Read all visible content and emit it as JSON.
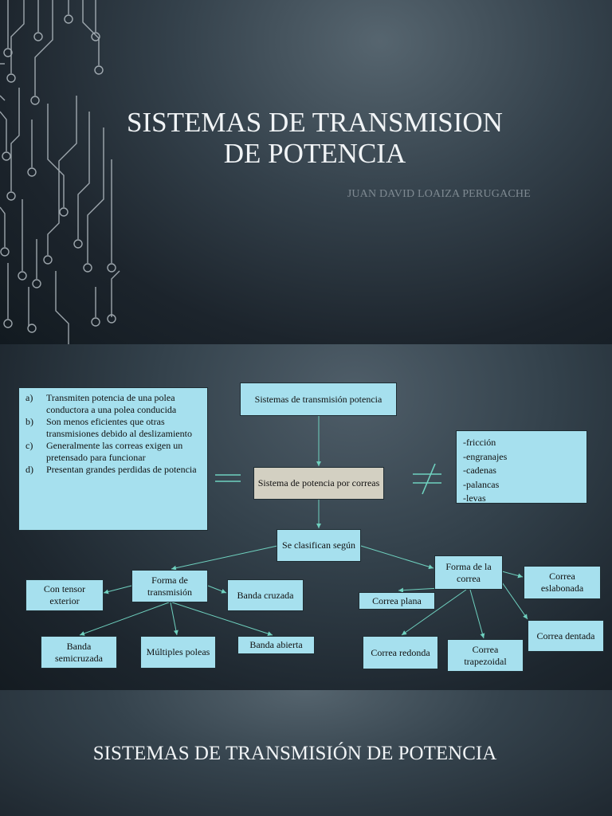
{
  "slide1": {
    "title_line1": "SISTEMAS DE TRANSMISION",
    "title_line2": "DE POTENCIA",
    "author": "JUAN DAVID LOAIZA PERUGACHE"
  },
  "slide2": {
    "characteristics": [
      {
        "label": "a)",
        "text": "Transmiten potencia de una polea conductora a una polea conducida"
      },
      {
        "label": "b)",
        "text": "Son menos eficientes que otras transmisiones debido al deslizamiento"
      },
      {
        "label": "c)",
        "text": "Generalmente las correas exigen un pretensado para funcionar"
      },
      {
        "label": "d)",
        "text": "Presentan grandes perdidas de potencia"
      }
    ],
    "root": "Sistemas de transmisión potencia",
    "belt_system": "Sistema de potencia por correas",
    "other_systems": [
      "-fricción",
      "-engranajes",
      "-cadenas",
      "-palancas",
      "-levas"
    ],
    "classified_by": "Se clasifican según",
    "transmission_form": "Forma de transmisión",
    "belt_form": "Forma de la correa",
    "external_tensioner": "Con tensor exterior",
    "crossed_belt": "Banda cruzada",
    "semi_crossed_belt": "Banda semicruzada",
    "multiple_pulleys": "Múltiples poleas",
    "open_belt": "Banda abierta",
    "flat_belt": "Correa plana",
    "linked_belt": "Correa eslabonada",
    "round_belt": "Correa redonda",
    "trapezoidal_belt": "Correa trapezoidal",
    "toothed_belt": "Correa dentada",
    "colors": {
      "box": "#a6e0ee",
      "grey_box": "#d3d0c2",
      "arrow": "#6fd1bf"
    }
  },
  "slide3": {
    "title": "SISTEMAS DE TRANSMISIÓN DE POTENCIA"
  }
}
